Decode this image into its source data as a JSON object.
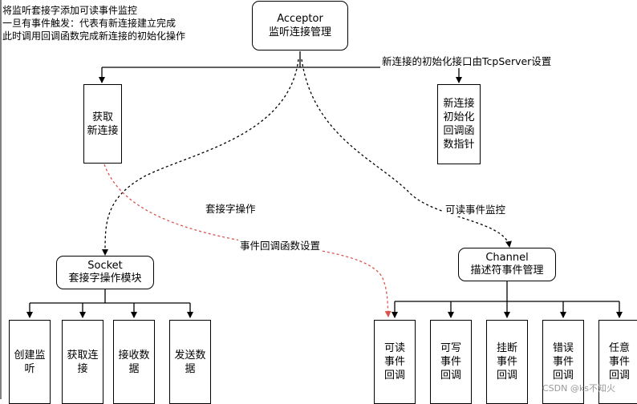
{
  "notes": {
    "line1": "将监听套接字添加可读事件监控",
    "line2": "一旦有事件触发：代表有新连接建立完成",
    "line3": "此时调用回调函数完成新连接的初始化操作"
  },
  "acceptor": {
    "title": "Acceptor",
    "subtitle": "监听连接管理"
  },
  "get_conn": {
    "text": "获取\n新连接"
  },
  "init_cb": {
    "text": "新连接\n初始化\n回调函\n数指针"
  },
  "socket": {
    "title": "Socket",
    "subtitle": "套接字操作模块"
  },
  "channel": {
    "title": "Channel",
    "subtitle": "描述符事件管理"
  },
  "socket_children": [
    {
      "text": "创建监\n听"
    },
    {
      "text": "获取连\n接"
    },
    {
      "text": "接收数\n据"
    },
    {
      "text": "发送数\n据"
    }
  ],
  "channel_children": [
    {
      "text": "可读\n事件\n回调"
    },
    {
      "text": "可写\n事件\n回调"
    },
    {
      "text": "挂断\n事件\n回调"
    },
    {
      "text": "错误\n事件\n回调"
    },
    {
      "text": "任意\n事件\n回调"
    }
  ],
  "edge_labels": {
    "init_setting": "新连接的初始化接口由TcpServer设置",
    "socket_op": "套接字操作",
    "readable": "可读事件监控",
    "callback_set": "事件回调函数设置"
  },
  "colors": {
    "edge": "#000000",
    "callback_edge": "#d9534f"
  },
  "watermark": "CSDN @ks不知火"
}
